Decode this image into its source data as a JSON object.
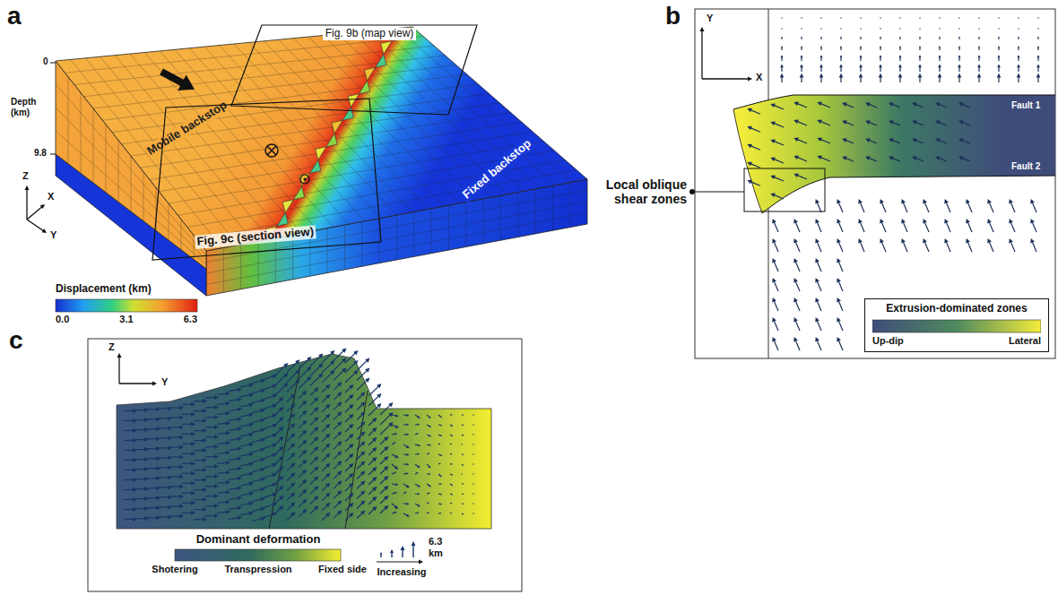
{
  "diagram": {
    "nodes": [
      {
        "text": [
          "Fig. 9b (map view)"
        ]
      },
      {
        "text": [
          "Fig. 9c (section view)"
        ]
      },
      {
        "text": [
          "Extrusion-dominated zones",
          "Up-dip",
          "Lateral"
        ]
      }
    ],
    "labels": [
      "a",
      "Mobile backstop",
      "Depth (km)",
      "0",
      "9.8",
      "Fixed backstop",
      "Z",
      "X",
      "Y",
      "Displacement (km)",
      "0.0",
      "3.1",
      "6.3",
      "b",
      "Y",
      "X",
      "Fault 1",
      "Fault 2",
      "Local oblique shear zones",
      "c",
      "Z",
      "Y",
      "Dominant deformation",
      "Shotering",
      "Transpression",
      "Fixed side",
      "6.3 km",
      "Increasing"
    ]
  }
}
